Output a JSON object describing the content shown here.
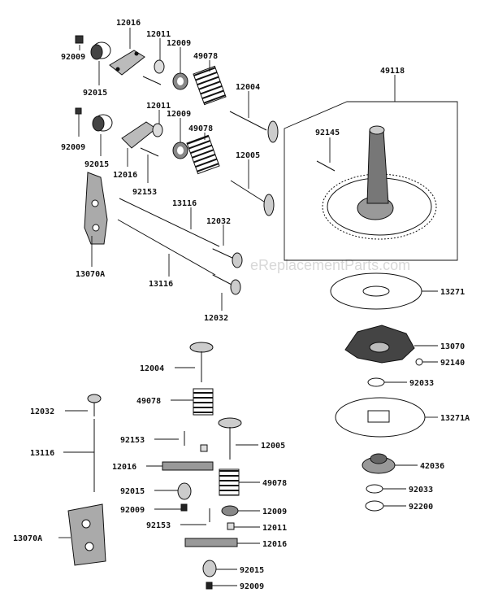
{
  "watermark": "eReplacementParts.com",
  "labels": {
    "p12016_a": "12016",
    "p12011_a": "12011",
    "p12009_a": "12009",
    "p49078_a": "49078",
    "p92009_a": "92009",
    "p92015_a": "92015",
    "p12004_a": "12004",
    "p12011_b": "12011",
    "p12009_b": "12009",
    "p49078_b": "49078",
    "p92009_b": "92009",
    "p92015_b": "92015",
    "p12016_b": "12016",
    "p92153_a": "92153",
    "p12005_a": "12005",
    "p13116_a": "13116",
    "p12032_a": "12032",
    "p13070A_a": "13070A",
    "p13116_b": "13116",
    "p12032_b": "12032",
    "p49118": "49118",
    "p92145": "92145",
    "p13271": "13271",
    "p13070": "13070",
    "p92140": "92140",
    "p92033_a": "92033",
    "p13271A": "13271A",
    "p42036": "42036",
    "p92033_b": "92033",
    "p92200": "92200",
    "p12004_b": "12004",
    "p49078_c": "49078",
    "p12032_c": "12032",
    "p92153_b": "92153",
    "p12005_b": "12005",
    "p13116_c": "13116",
    "p12016_c": "12016",
    "p92015_c": "92015",
    "p49078_d": "49078",
    "p92009_c": "92009",
    "p12009_c": "12009",
    "p92153_c": "92153",
    "p12011_c": "12011",
    "p13070A_b": "13070A",
    "p12016_d": "12016",
    "p92015_d": "92015",
    "p92009_d": "92009"
  }
}
